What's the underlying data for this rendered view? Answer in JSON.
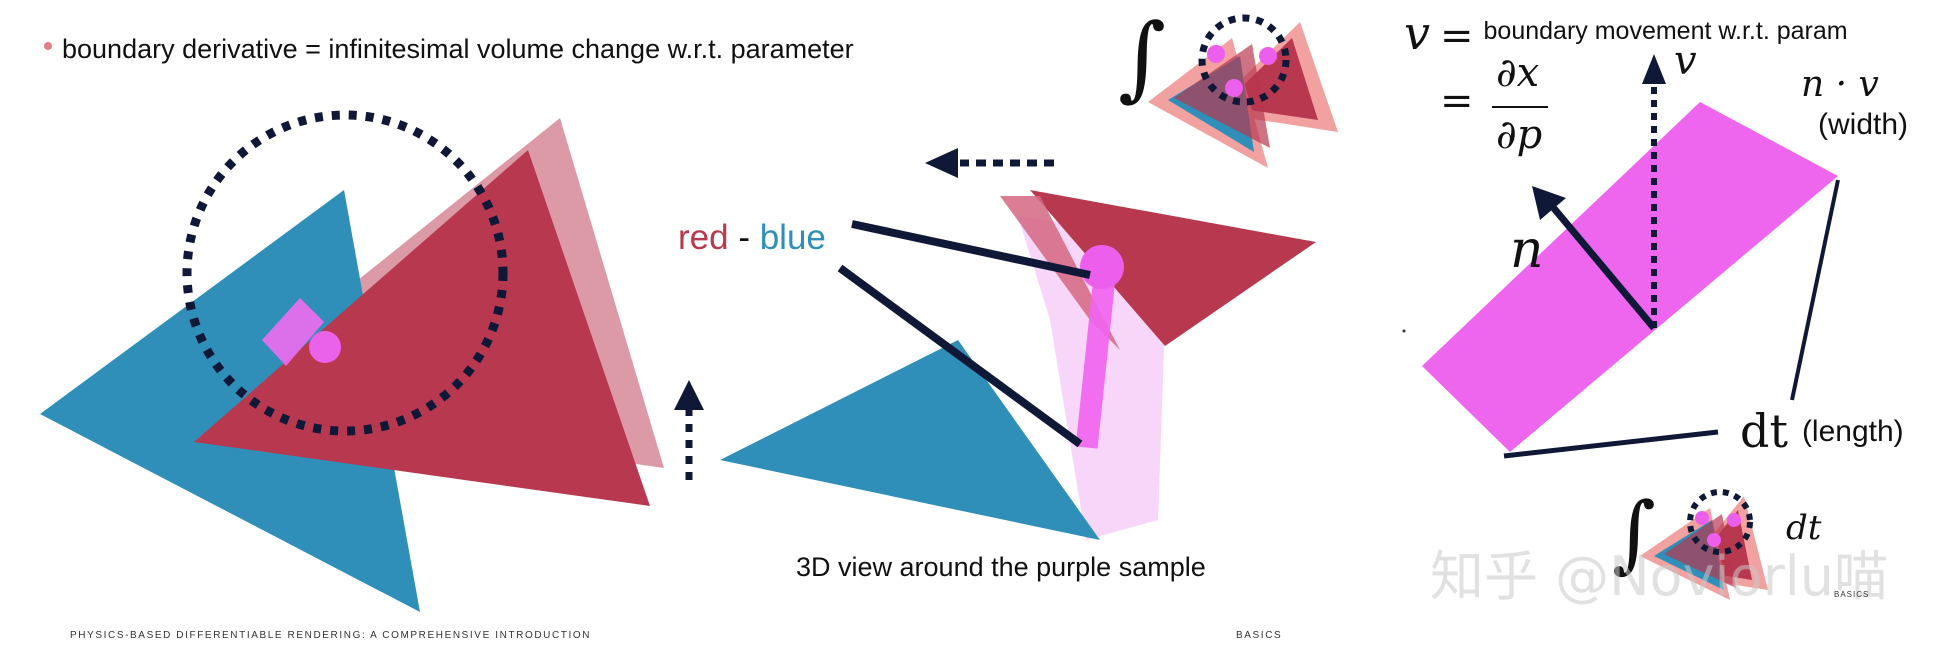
{
  "bullet": {
    "text": "boundary derivative = infinitesimal volume change w.r.t. parameter"
  },
  "labels": {
    "red": "red",
    "dash": "-",
    "blue": "blue",
    "caption_3d": "3D view around the purple sample"
  },
  "math": {
    "v_symbol": "v",
    "equals": "=",
    "v_definition": "boundary movement w.r.t. param",
    "equals2": "=",
    "numerator": "∂x",
    "denominator": "∂p",
    "n_dot_v": "n · v",
    "width_label": "(width)",
    "v_arrow": "v",
    "n_normal": "n",
    "dt": "dt",
    "length_label": "(length)",
    "integral": "∫",
    "dt_small": "dt"
  },
  "footer": {
    "left": "PHYSICS-BASED DIFFERENTIABLE RENDERING: A COMPREHENSIVE INTRODUCTION",
    "right": "BASICS",
    "right_small": "BASICS"
  },
  "watermark": "知乎 @Noviorlu喵",
  "colors": {
    "red": "#b8384f",
    "blue": "#2f8fb9",
    "pink": "#dc9aa6",
    "magenta": "#f063f0",
    "navy": "#101838",
    "light_pink_tri": "#f0a1a0"
  }
}
